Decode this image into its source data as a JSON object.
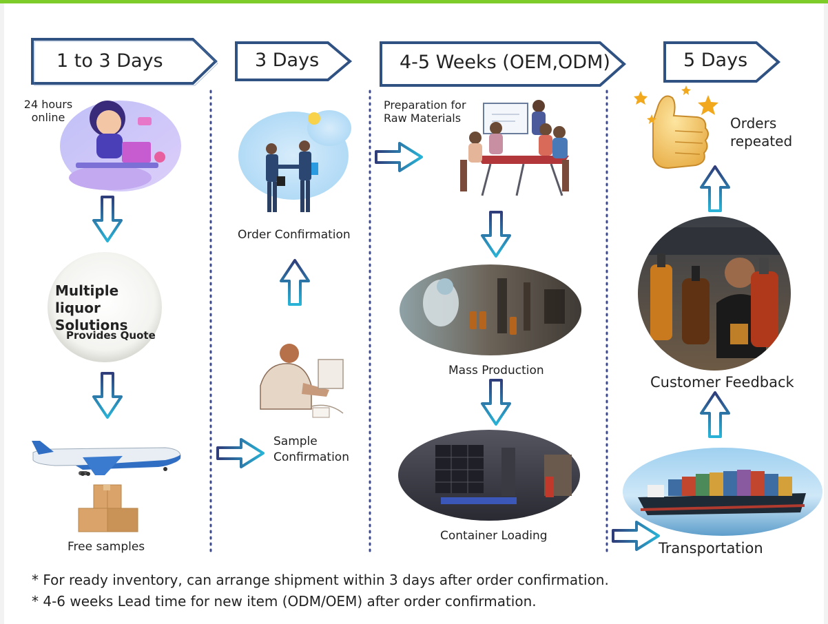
{
  "colors": {
    "top_bar": "#7dcc2a",
    "background": "#ffffff",
    "outer_background": "#f2f2f2",
    "header_border": "#2f5283",
    "arrow_outline": "#2f3d7a",
    "arrow_fill": "#ffffff",
    "divider": "#3d4a8f",
    "text": "#222222"
  },
  "stages": [
    {
      "header": "1 to 3 Days"
    },
    {
      "header": "3 Days"
    },
    {
      "header": "4-5 Weeks (OEM,ODM)"
    },
    {
      "header": "5 Days"
    }
  ],
  "steps": {
    "online_support": "24 hours online",
    "quote_circle_title": "Multiple liquor Solutions",
    "quote_circle_sub": "Provides Quote",
    "free_samples": "Free samples",
    "sample_confirmation": "Sample Confirmation",
    "order_confirmation": "Order Confirmation",
    "raw_materials": "Preparation for Raw Materials",
    "mass_production": "Mass Production",
    "container_loading": "Container Loading",
    "transportation": "Transportation",
    "customer_feedback": "Customer Feedback",
    "orders_repeated": "Orders repeated"
  },
  "icons": [
    "customer-service-illustration",
    "quote-circle",
    "airplane-icon",
    "boxes-icon",
    "handshake-illustration",
    "office-worker-illustration",
    "meeting-illustration",
    "factory-photo",
    "container-photo",
    "cargo-ship-photo",
    "customer-with-bottles-photo",
    "thumbs-up-icon"
  ],
  "notes": [
    "*  For ready inventory, can arrange shipment within 3 days after order confirmation.",
    "* 4-6 weeks Lead time for new item (ODM/OEM) after order confirmation."
  ]
}
